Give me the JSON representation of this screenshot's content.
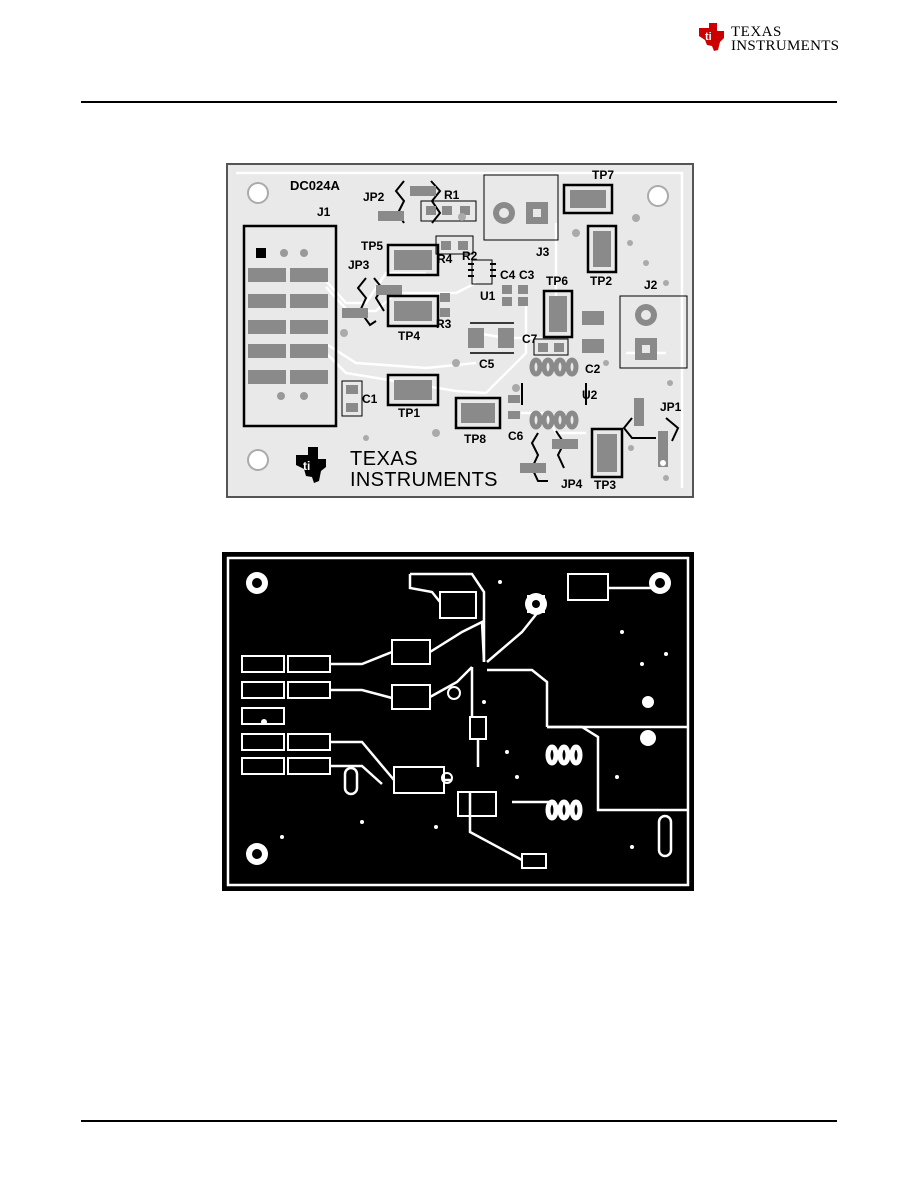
{
  "header": {
    "brand_line1": "Texas",
    "brand_line2": "Instruments"
  },
  "top_layer": {
    "board_id": "DC024A",
    "logo_line1": "Texas",
    "logo_line2": "Instruments",
    "labels": {
      "jp2": "JP2",
      "r1": "R1",
      "j1": "J1",
      "j3": "J3",
      "tp7": "TP7",
      "tp5": "TP5",
      "r4": "R4",
      "r2": "R2",
      "jp3": "JP3",
      "c4": "C4",
      "c3": "C3",
      "u1": "U1",
      "tp6": "TP6",
      "tp2": "TP2",
      "j2": "J2",
      "r3": "R3",
      "tp4": "TP4",
      "c7": "C7",
      "c5": "C5",
      "c2": "C2",
      "u2": "U2",
      "c1": "C1",
      "tp1": "TP1",
      "jp1": "JP1",
      "tp8": "TP8",
      "c6": "C6",
      "jp4": "JP4",
      "tp3": "TP3"
    }
  },
  "colors": {
    "board": "#e9e9e9",
    "pad": "#8a8a8a",
    "silk": "#000000",
    "bottom_copper": "#000000",
    "bottom_trace": "#ffffff"
  }
}
